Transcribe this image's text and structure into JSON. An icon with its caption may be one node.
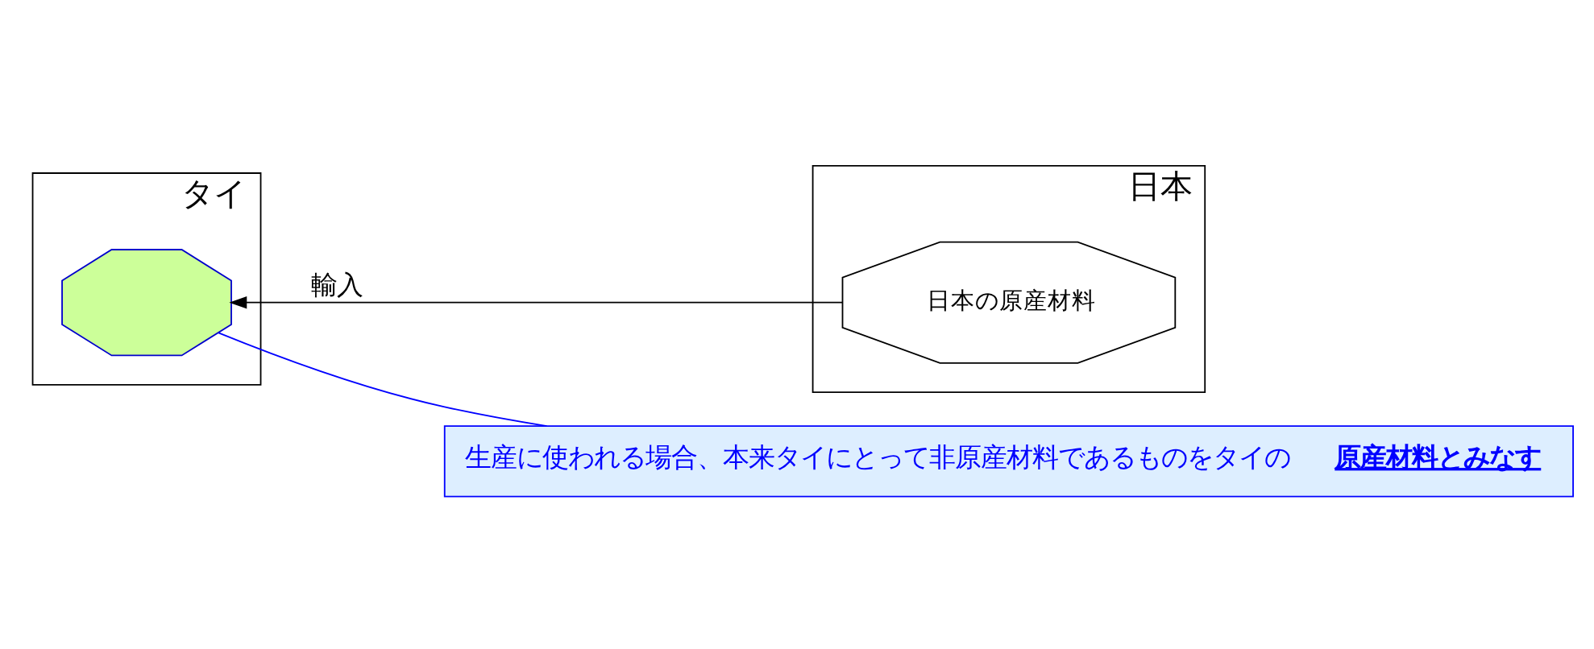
{
  "diagram": {
    "nodes": [
      {
        "text": [
          "タイ"
        ]
      },
      {
        "text": [],
        "shape": "octagon",
        "in": 0
      },
      {
        "text": [
          "日本"
        ]
      },
      {
        "text": [
          "日本の原産材料"
        ],
        "in": 2
      },
      {
        "text": [
          "生産に使われる場合、本来タイにとって非原産材料であるものをタイの**原産材料とみなす**"
        ]
      }
    ],
    "edges": [
      {
        "from": 3,
        "to": 1,
        "arrow": "to",
        "label": "輸入"
      },
      {
        "from": 4,
        "to": 1,
        "arrow": "none",
        "color": "#0000ff"
      }
    ]
  }
}
